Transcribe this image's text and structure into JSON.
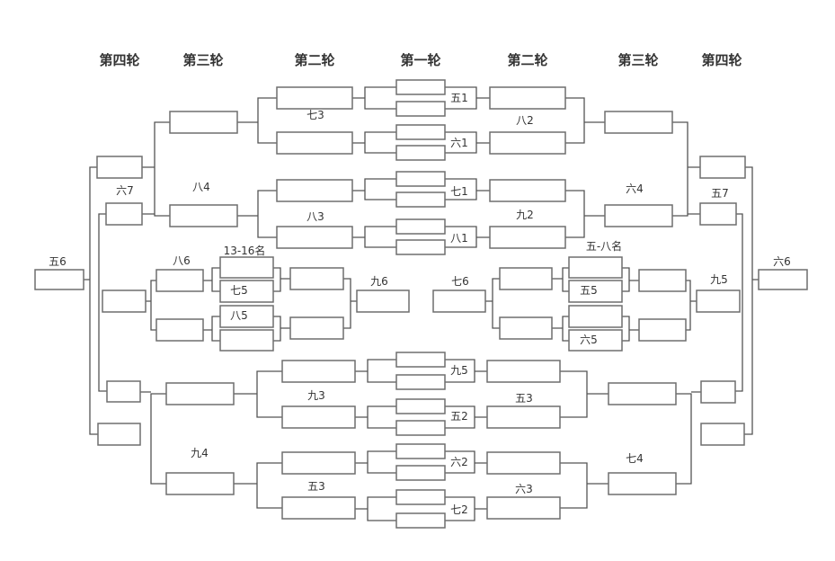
{
  "headers": [
    "第四轮",
    "第三轮",
    "第二轮",
    "第一轮",
    "第二轮",
    "第三轮",
    "第四轮"
  ],
  "labels": {
    "l_r2_top1": "七3",
    "l_r2_top2": "八3",
    "l_r3_top": "八4",
    "l_r4_top": "六7",
    "l_final": "五6",
    "l_mid_r3": "八6",
    "l_mid_group": "13-16名",
    "l_mid_s2": "七5",
    "l_mid_s3": "八5",
    "l_mid_final": "九6",
    "l_r2_bot1": "九3",
    "l_r2_bot2": "五3",
    "l_r3_bot": "九4",
    "c1": "五1",
    "c2": "六1",
    "c3": "七1",
    "c4": "八1",
    "c5": "九5",
    "c6": "五2",
    "c7": "六2",
    "c8": "七2",
    "r_r2_top1": "八2",
    "r_r2_top2": "九2",
    "r_r3_top": "六4",
    "r_r4_top": "五7",
    "r_final": "六6",
    "r_mid_group": "五-八名",
    "r_mid_final": "七6",
    "r_mid_s2": "五5",
    "r_mid_s4": "六5",
    "r_mid_r4": "九5",
    "r_r2_bot1": "五3",
    "r_r2_bot2": "六3",
    "r_r3_bot": "七4"
  }
}
